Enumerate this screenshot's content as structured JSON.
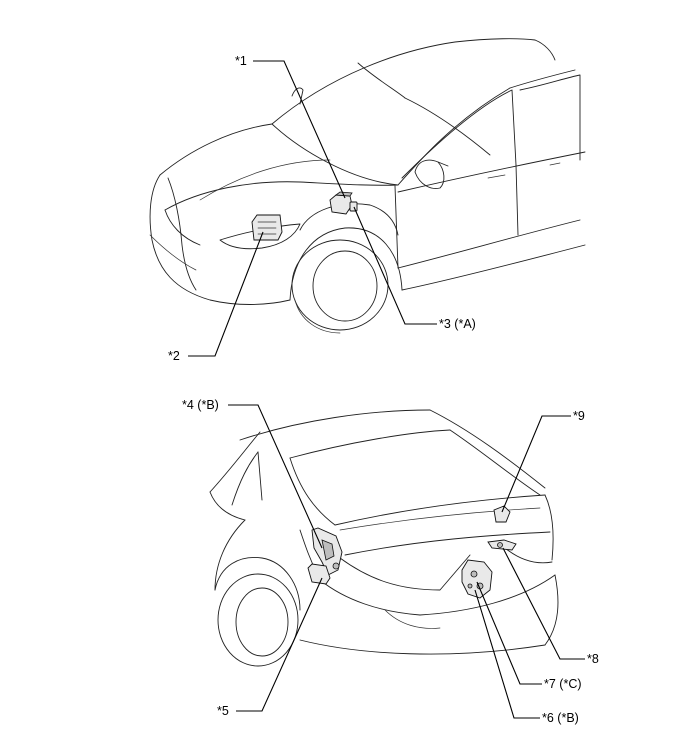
{
  "callouts": {
    "c1": "*1",
    "c2": "*2",
    "c3": "*3 (*A)",
    "c4": "*4 (*B)",
    "c5": "*5",
    "c6": "*6 (*B)",
    "c7": "*7 (*C)",
    "c8": "*8",
    "c9": "*9"
  },
  "icons": [
    "front-car-outline",
    "rear-car-outline"
  ]
}
